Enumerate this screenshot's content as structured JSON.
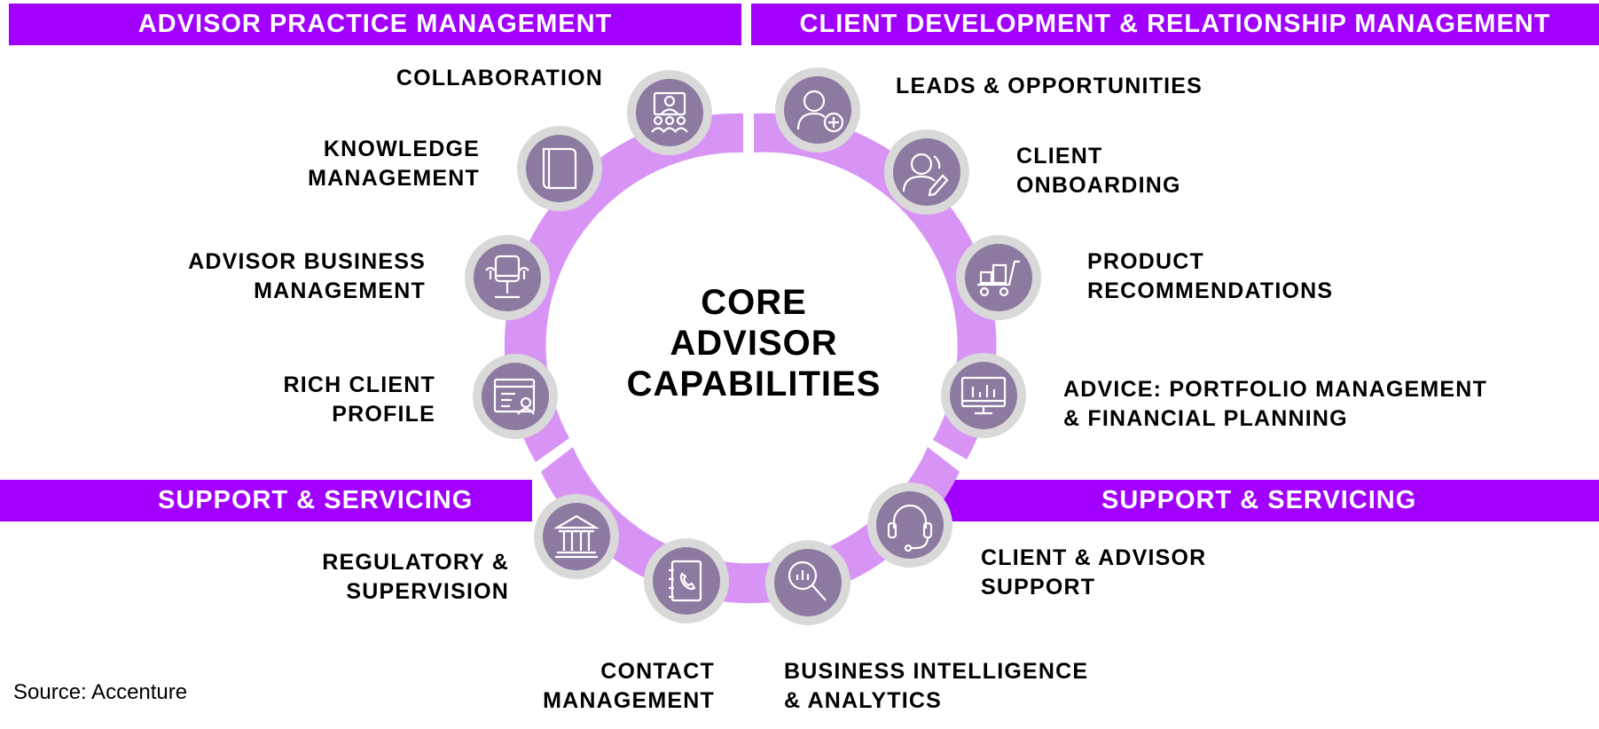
{
  "banners": {
    "top_left": "ADVISOR PRACTICE MANAGEMENT",
    "top_right": "CLIENT DEVELOPMENT & RELATIONSHIP MANAGEMENT",
    "mid_left": "SUPPORT & SERVICING",
    "mid_right": "SUPPORT & SERVICING"
  },
  "center": {
    "title": "CORE\nADVISOR\nCAPABILITIES"
  },
  "colors": {
    "accent": "#a100ff",
    "ring": "#d894f5",
    "icon_bg": "#8c7aa0",
    "icon_border": "#d9d9d9"
  },
  "capabilities": [
    {
      "id": "collaboration",
      "label": "COLLABORATION",
      "icon": "video-conference-icon"
    },
    {
      "id": "knowledge",
      "label": "KNOWLEDGE\nMANAGEMENT",
      "icon": "book-icon"
    },
    {
      "id": "advisor-business",
      "label": "ADVISOR BUSINESS\nMANAGEMENT",
      "icon": "office-chair-icon"
    },
    {
      "id": "rich-client",
      "label": "RICH CLIENT\nPROFILE",
      "icon": "profile-window-icon"
    },
    {
      "id": "regulatory",
      "label": "REGULATORY &\nSUPERVISION",
      "icon": "bank-building-icon"
    },
    {
      "id": "contact",
      "label": "CONTACT\nMANAGEMENT",
      "icon": "phone-book-icon"
    },
    {
      "id": "bi",
      "label": "BUSINESS INTELLIGENCE\n& ANALYTICS",
      "icon": "magnifier-chart-icon"
    },
    {
      "id": "support",
      "label": "CLIENT & ADVISOR\nSUPPORT",
      "icon": "headset-icon"
    },
    {
      "id": "advice",
      "label": "ADVICE: PORTFOLIO MANAGEMENT\n& FINANCIAL PLANNING",
      "icon": "monitor-chart-icon"
    },
    {
      "id": "product",
      "label": "PRODUCT\nRECOMMENDATIONS",
      "icon": "shopping-cart-icon"
    },
    {
      "id": "onboarding",
      "label": "CLIENT\nONBOARDING",
      "icon": "person-edit-icon"
    },
    {
      "id": "leads",
      "label": "LEADS & OPPORTUNITIES",
      "icon": "add-person-icon"
    }
  ],
  "source": "Source: Accenture"
}
